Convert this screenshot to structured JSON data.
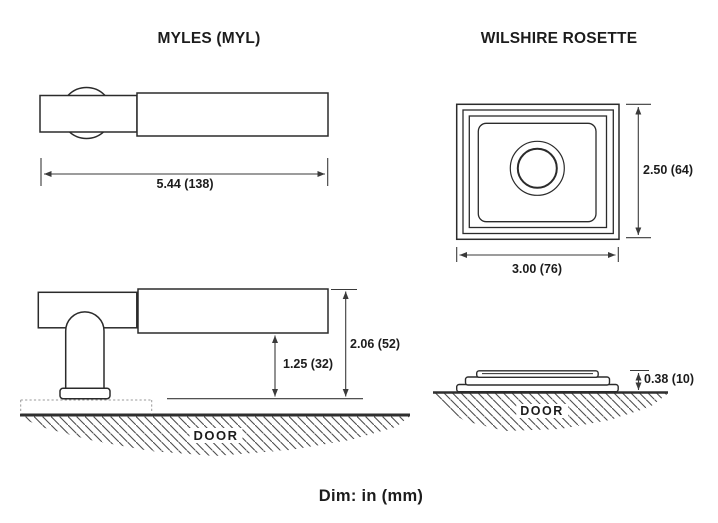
{
  "myles": {
    "title": "MYLES (MYL)",
    "top_view": {
      "length": "5.44 (138)"
    },
    "side_view": {
      "center_height": "1.25 (32)",
      "overall_height": "2.06 (52)",
      "door": "DOOR"
    }
  },
  "wilshire": {
    "title": "WILSHIRE ROSETTE",
    "front_view": {
      "height": "2.50 (64)",
      "width": "3.00 (76)"
    },
    "profile_view": {
      "projection": "0.38 (10)",
      "door": "DOOR"
    }
  },
  "footer": {
    "units": "Dim: in (mm)"
  },
  "colors": {
    "line": "#2b2b2b",
    "dim_line": "#3a3a3a",
    "hatch": "#4d4d4d",
    "dotted": "#9a9a9a",
    "text": "#1c1c1c",
    "background": "#ffffff"
  }
}
